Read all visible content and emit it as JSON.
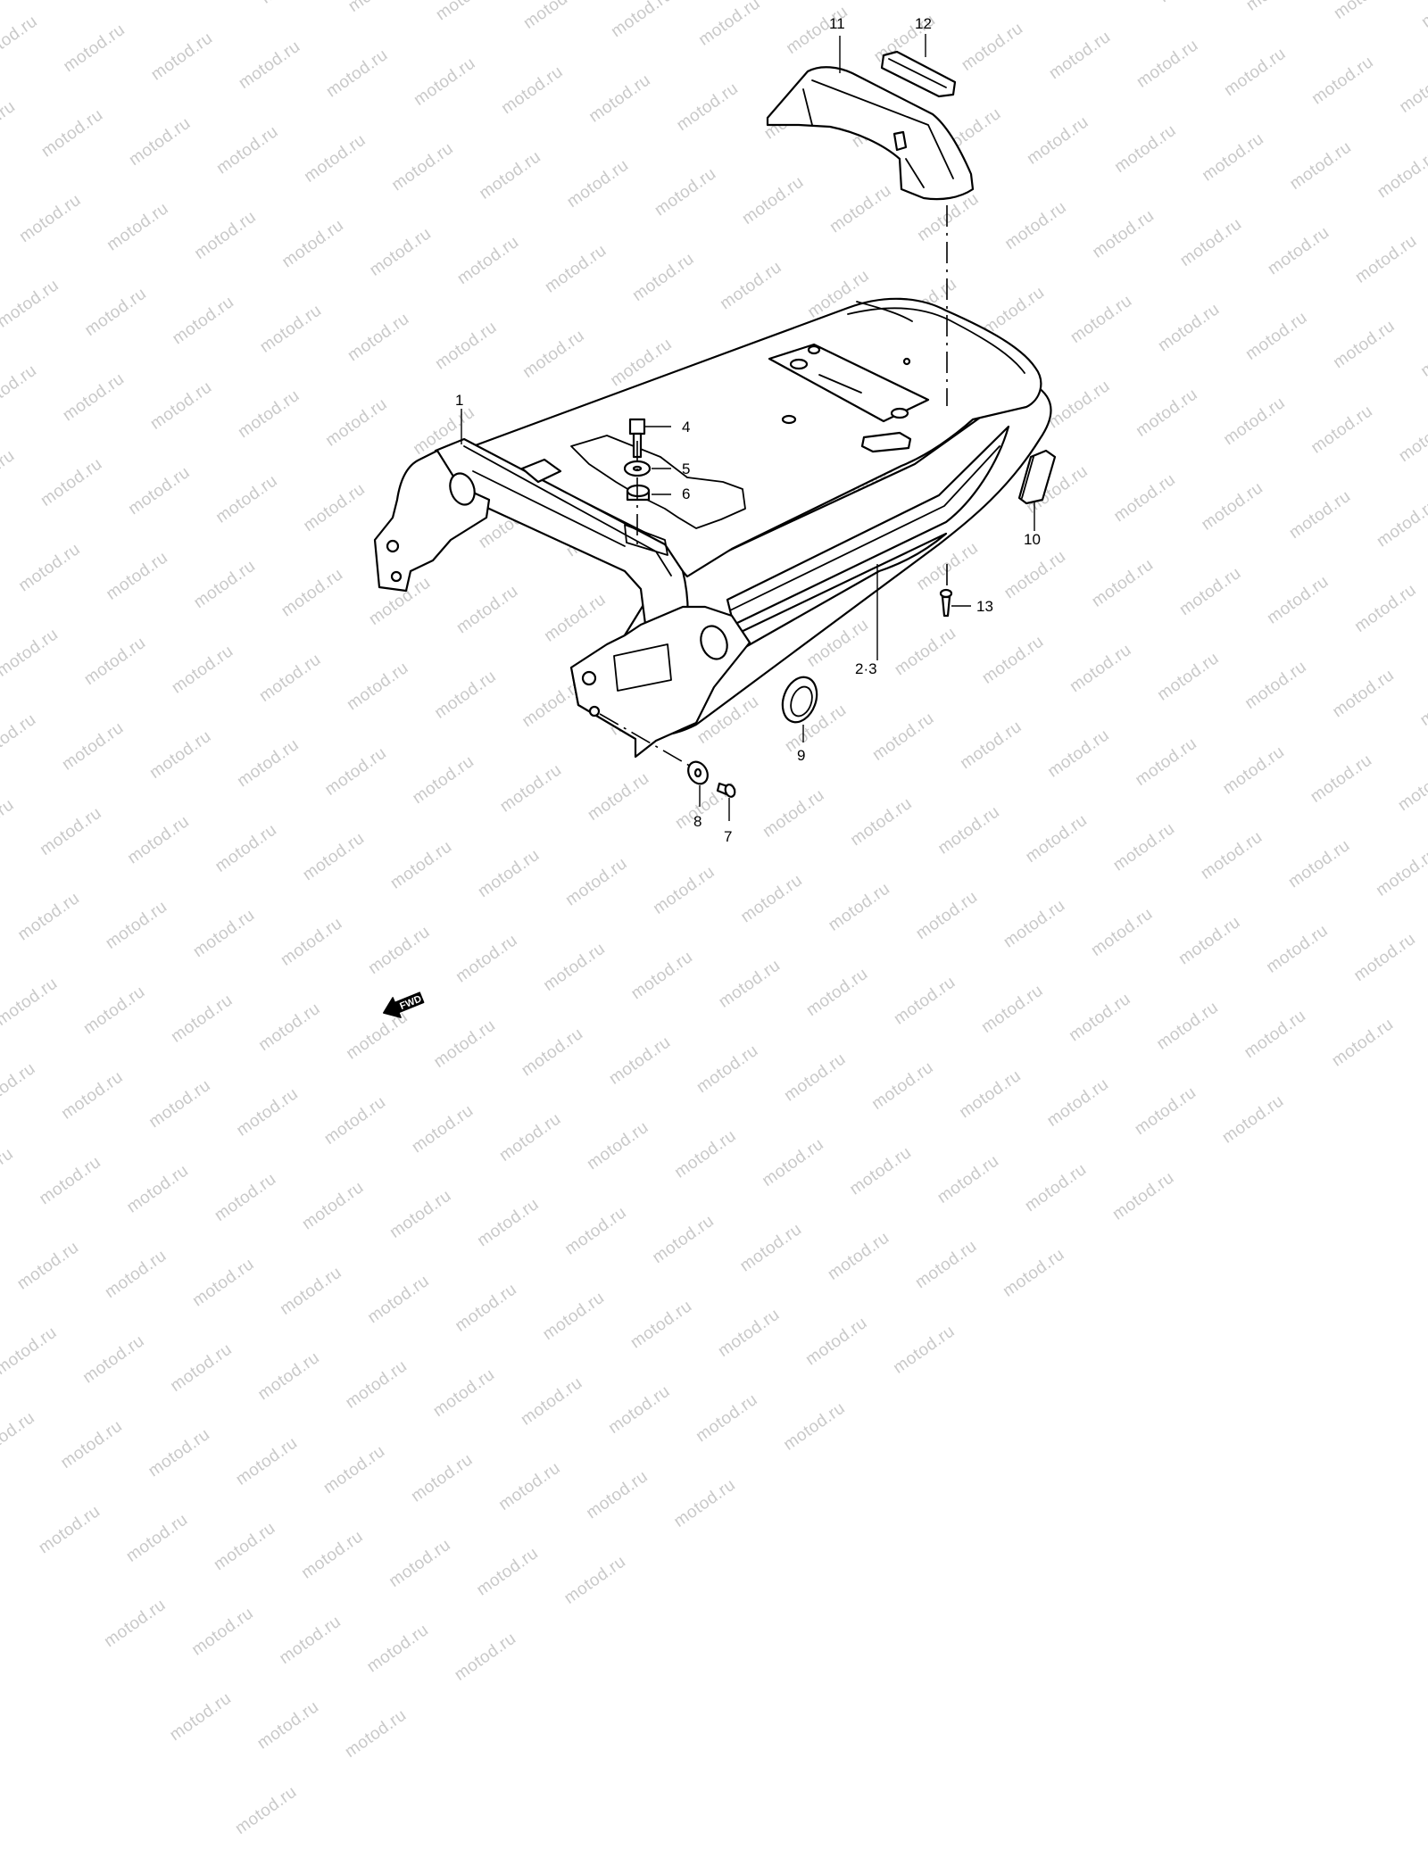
{
  "watermark": {
    "text": "motod.ru",
    "color": "#c9c9c9"
  },
  "parts": [
    {
      "id": "1",
      "label": "1"
    },
    {
      "id": "2-3",
      "label": "2·3"
    },
    {
      "id": "4",
      "label": "4"
    },
    {
      "id": "5",
      "label": "5"
    },
    {
      "id": "6",
      "label": "6"
    },
    {
      "id": "7",
      "label": "7"
    },
    {
      "id": "8",
      "label": "8"
    },
    {
      "id": "9",
      "label": "9"
    },
    {
      "id": "10",
      "label": "10"
    },
    {
      "id": "11",
      "label": "11"
    },
    {
      "id": "12",
      "label": "12"
    },
    {
      "id": "13",
      "label": "13"
    }
  ],
  "fwd_arrow": {
    "label": "FWD",
    "icon": "fwd-arrow-icon"
  }
}
